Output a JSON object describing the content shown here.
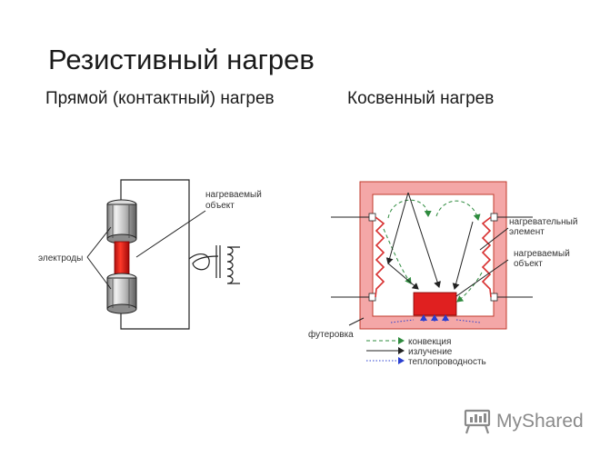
{
  "title": "Резистивный нагрев",
  "subtitle_left": "Прямой (контактный) нагрев",
  "subtitle_right": "Косвенный нагрев",
  "direct": {
    "label_object_1": "нагреваемый",
    "label_object_2": "объект",
    "label_electrodes": "электроды"
  },
  "indirect": {
    "label_element_1": "нагревательный",
    "label_element_2": "элемент",
    "label_object_1": "нагреваемый",
    "label_object_2": "объект",
    "label_lining": "футеровка",
    "legend": {
      "convection": "конвекция",
      "radiation": "излучение",
      "conduction": "теплопроводность"
    }
  },
  "logo_text": "MyShared",
  "colors": {
    "lining_fill": "#f4a7a7",
    "lining_stroke": "#c0392b",
    "object_red": "#e02020",
    "coil_red": "#d83030",
    "convection_green": "#2e8b3e",
    "conduction_blue": "#2a3fd0"
  }
}
